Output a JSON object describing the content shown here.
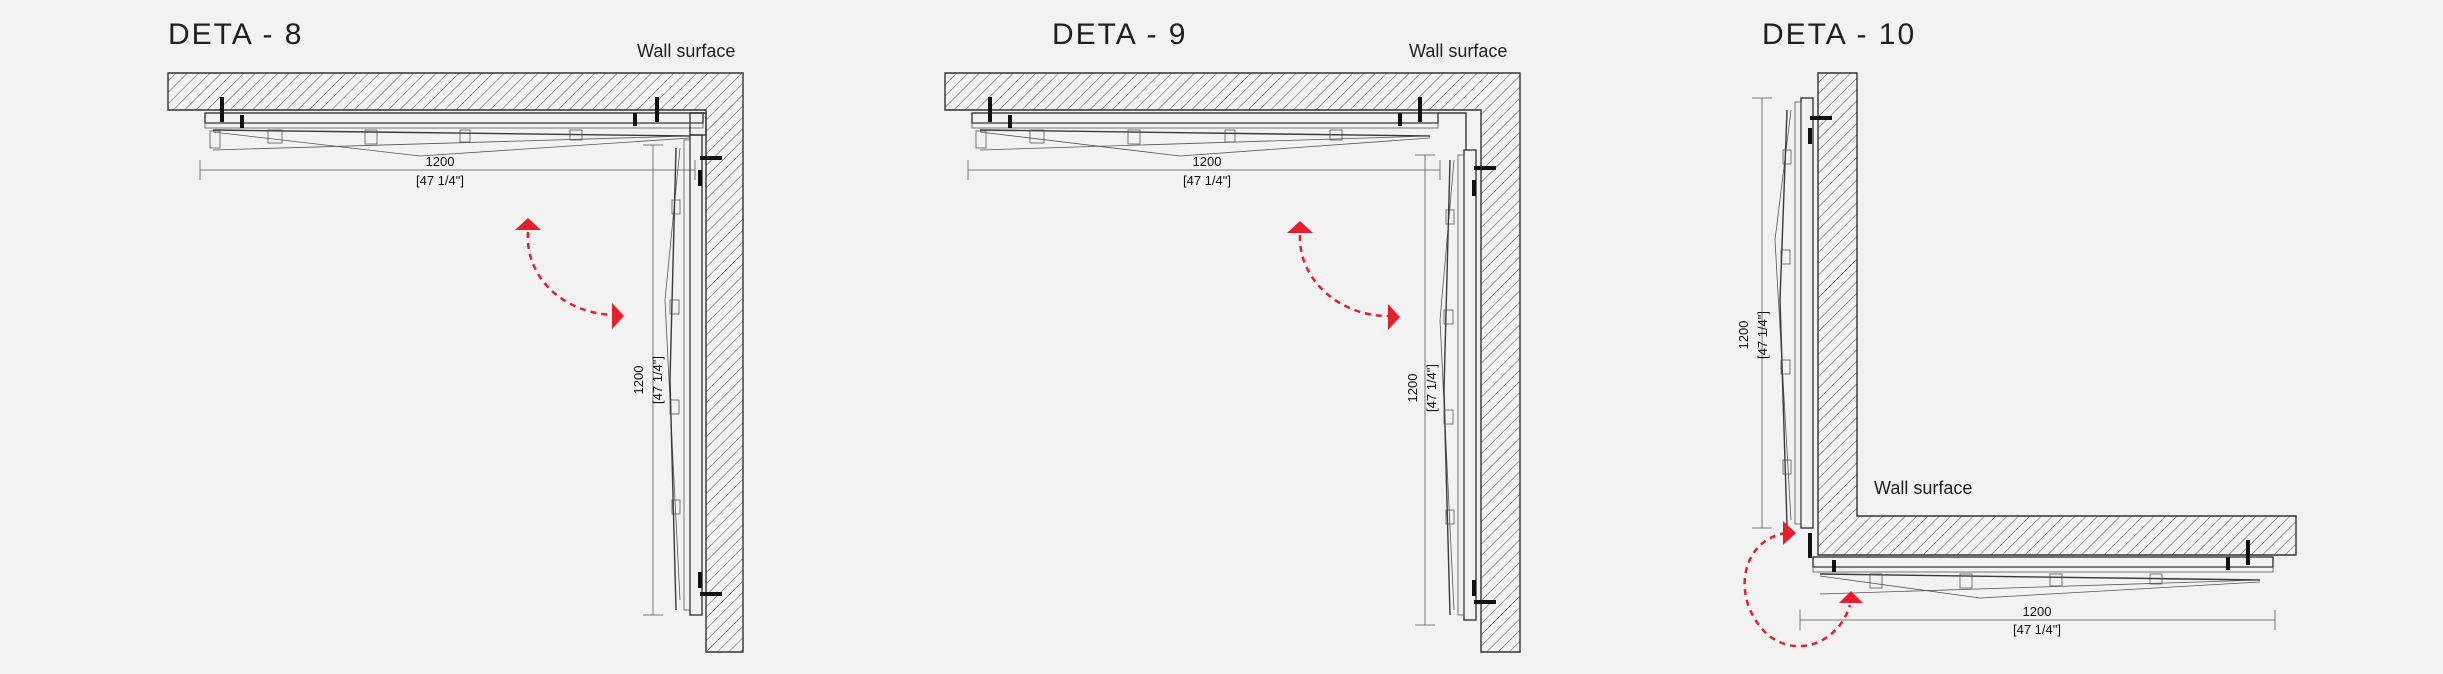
{
  "diagrams": [
    {
      "id": "deta-8",
      "title": "DETA - 8",
      "wall_label": "Wall surface",
      "horizontal_dimension": {
        "value": "1200",
        "imperial": "[47 1/4\"]"
      },
      "vertical_dimension": {
        "value": "1200",
        "imperial": "[47 1/4\"]"
      }
    },
    {
      "id": "deta-9",
      "title": "DETA - 9",
      "wall_label": "Wall surface",
      "horizontal_dimension": {
        "value": "1200",
        "imperial": "[47 1/4\"]"
      },
      "vertical_dimension": {
        "value": "1200",
        "imperial": "[47 1/4\"]"
      }
    },
    {
      "id": "deta-10",
      "title": "DETA - 10",
      "wall_label": "Wall surface",
      "horizontal_dimension": {
        "value": "1200",
        "imperial": "[47 1/4\"]"
      },
      "vertical_dimension": {
        "value": "1200",
        "imperial": "[47 1/4\"]"
      }
    }
  ],
  "colors": {
    "background": "#f2f2f2",
    "line": "#3a3a3a",
    "arrow": "#e3202b",
    "wall_fill": "#f2f2f2"
  }
}
